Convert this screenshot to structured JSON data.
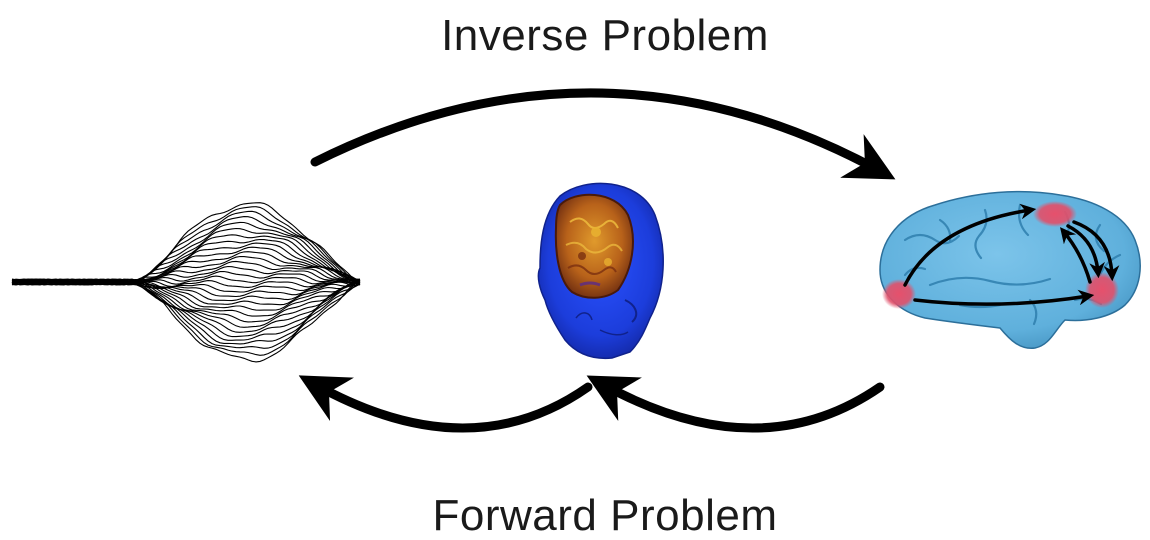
{
  "labels": {
    "inverse": "Inverse Problem",
    "forward": "Forward Problem"
  },
  "colors": {
    "arrow": "#000000",
    "head_skin": "#1c3ddb",
    "head_shadow": "#1428a8",
    "brain_fill": "#c87a1c",
    "cortex": "#5fb0dc",
    "cortex_shadow": "#3f8dbb",
    "source_spot": "#e0506a"
  },
  "icons": {
    "signals": "meg-signal-traces",
    "head": "head-model",
    "cortex": "cortical-surface"
  }
}
